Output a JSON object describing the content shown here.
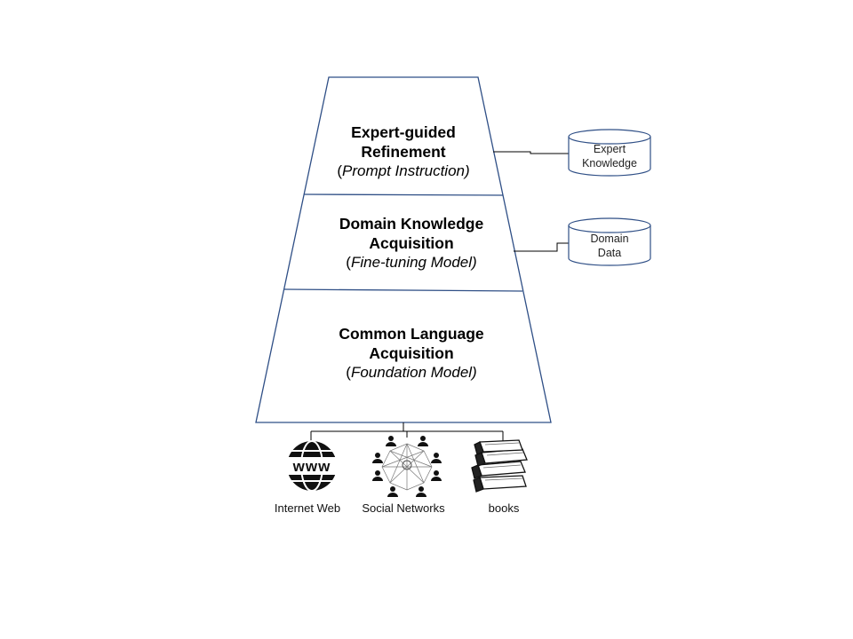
{
  "tiers": [
    {
      "title_line1": "Expert-guided",
      "title_line2": "Refinement",
      "paren_open": "(",
      "subtitle": "Prompt Instruction)",
      "paren_close": ""
    },
    {
      "title_line1": "Domain Knowledge",
      "title_line2": "Acquisition",
      "paren_open": "(",
      "subtitle": "Fine-tuning Model)",
      "paren_close": ""
    },
    {
      "title_line1": "Common Language",
      "title_line2": "Acquisition",
      "paren_open": "(",
      "subtitle": "Foundation Model)",
      "paren_close": ""
    }
  ],
  "databases": [
    {
      "line1": "Expert",
      "line2": "Knowledge"
    },
    {
      "line1": "Domain",
      "line2": "Data"
    }
  ],
  "sources": [
    {
      "label": "Internet Web",
      "icon": "globe-www-icon"
    },
    {
      "label": "Social Networks",
      "icon": "social-network-icon"
    },
    {
      "label": "books",
      "icon": "books-icon"
    }
  ],
  "colors": {
    "outline": "#2f4f86",
    "line": "#000000"
  }
}
